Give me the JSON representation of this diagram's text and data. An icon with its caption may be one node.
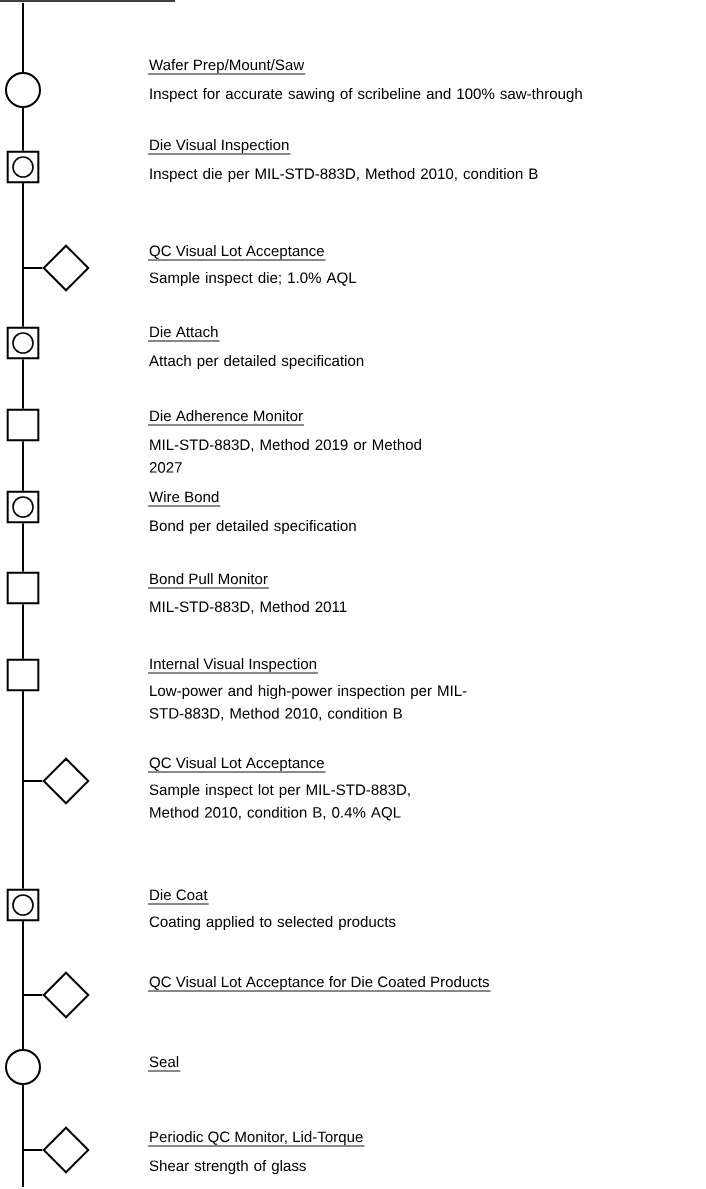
{
  "diagram": {
    "nodes": [
      {
        "text": [],
        "shape": "circle",
        "beside": [
          "Wafer Prep/Mount/Saw",
          "Inspect for accurate sawing of scribeline and 100% saw-through"
        ]
      },
      {
        "text": [],
        "shape": "box-circle",
        "beside": [
          "Die Visual Inspection",
          "Inspect die per MIL-STD-883D, Method 2010, condition B"
        ]
      },
      {
        "text": [],
        "shape": "diamond",
        "beside": [
          "QC Visual Lot Acceptance",
          "Sample inspect die; 1.0% AQL"
        ]
      },
      {
        "text": [],
        "shape": "box-circle",
        "beside": [
          "Die Attach",
          "Attach per detailed specification"
        ]
      },
      {
        "text": [],
        "shape": "box",
        "beside": [
          "Die Adherence Monitor",
          "MIL-STD-883D, Method 2019 or Method 2027"
        ]
      },
      {
        "text": [],
        "shape": "box-circle",
        "beside": [
          "Wire Bond",
          "Bond per detailed specification"
        ]
      },
      {
        "text": [],
        "shape": "box",
        "beside": [
          "Bond Pull Monitor",
          "MIL-STD-883D, Method 2011"
        ]
      },
      {
        "text": [],
        "shape": "box",
        "beside": [
          "Internal Visual Inspection",
          "Low-power and high-power inspection per MIL-STD-883D, Method 2010, condition B"
        ]
      },
      {
        "text": [],
        "shape": "diamond",
        "beside": [
          "QC Visual Lot Acceptance",
          "Sample inspect lot per MIL-STD-883D, Method 2010, condition B, 0.4% AQL"
        ]
      },
      {
        "text": [],
        "shape": "box-circle",
        "beside": [
          "Die Coat",
          "Coating applied to selected products"
        ]
      },
      {
        "text": [],
        "shape": "diamond"
      },
      {
        "text": [],
        "shape": "circle"
      },
      {
        "text": [],
        "shape": "diamond",
        "beside": [
          "Periodic QC Monitor, Lid-Torque",
          "Shear strength of glass"
        ]
      }
    ],
    "edges": [
      {
        "from": null,
        "to": 0,
        "arrow": "none"
      },
      {
        "from": 0,
        "to": 1,
        "arrow": "none"
      },
      {
        "from": 1,
        "to": 2,
        "arrow": "none"
      },
      {
        "from": 1,
        "to": 3,
        "arrow": "none"
      },
      {
        "from": 3,
        "to": 4,
        "arrow": "none"
      },
      {
        "from": 4,
        "to": 5,
        "arrow": "none"
      },
      {
        "from": 5,
        "to": 6,
        "arrow": "none"
      },
      {
        "from": 6,
        "to": 7,
        "arrow": "none"
      },
      {
        "from": 7,
        "to": 8,
        "arrow": "none"
      },
      {
        "from": 7,
        "to": 9,
        "arrow": "none"
      },
      {
        "from": 9,
        "to": 10,
        "arrow": "none"
      },
      {
        "from": 9,
        "to": 11,
        "arrow": "none"
      },
      {
        "from": 11,
        "to": 12,
        "arrow": "none"
      },
      {
        "from": 11,
        "to": null,
        "arrow": "none"
      }
    ],
    "labels": [
      "QC Visual Lot Acceptance for Die Coated Products",
      "Seal"
    ]
  }
}
